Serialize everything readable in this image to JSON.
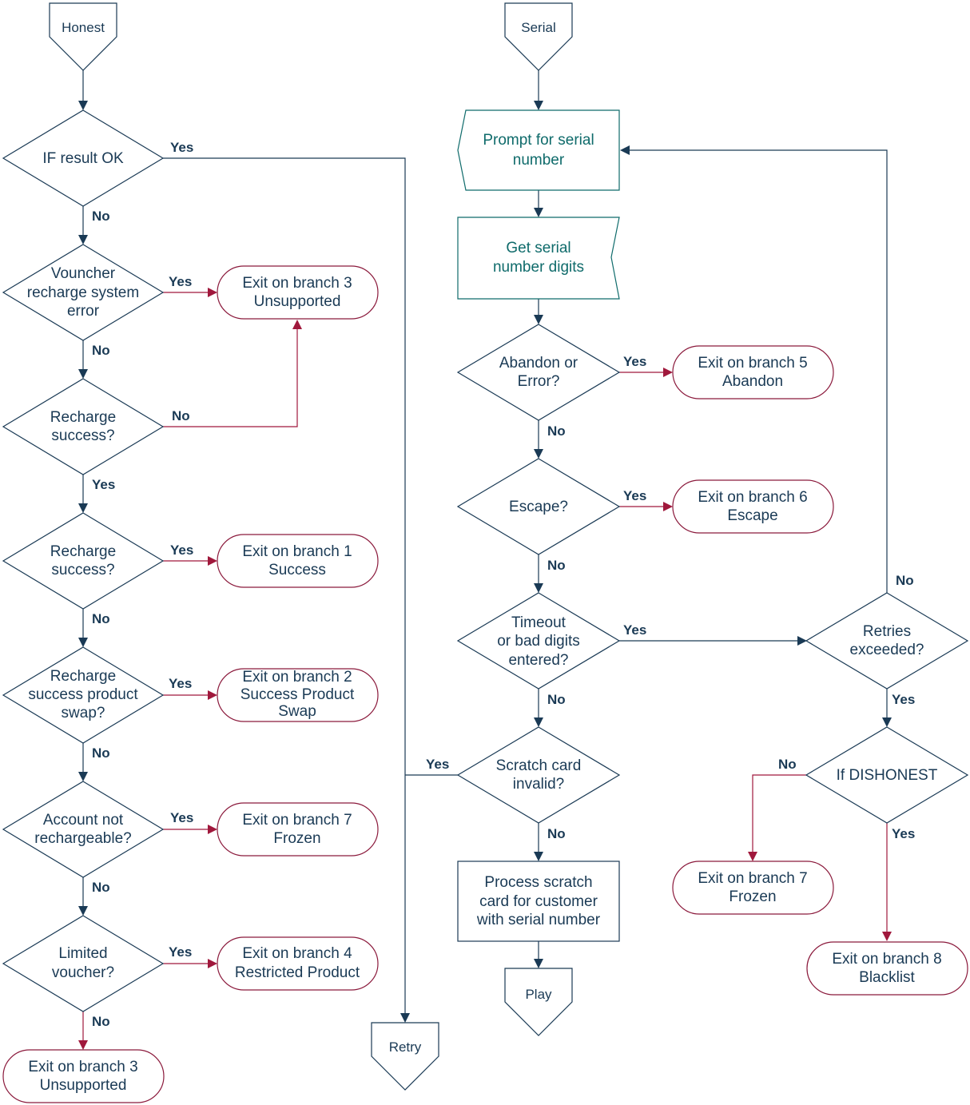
{
  "terminals": {
    "honest": "Honest",
    "serial": "Serial",
    "retry": "Retry",
    "play": "Play"
  },
  "decisions": {
    "result_ok": [
      "IF result OK"
    ],
    "voucher_error": [
      "Vouncher",
      "recharge system",
      "error"
    ],
    "recharge_success_1": [
      "Recharge",
      "success?"
    ],
    "recharge_success_2": [
      "Recharge",
      "success?"
    ],
    "product_swap": [
      "Recharge",
      "success product",
      "swap?"
    ],
    "not_rechargeable": [
      "Account not",
      "rechargeable?"
    ],
    "limited_voucher": [
      "Limited",
      "voucher?"
    ],
    "abandon": [
      "Abandon or",
      "Error?"
    ],
    "escape": [
      "Escape?"
    ],
    "timeout": [
      "Timeout",
      "or bad digits",
      "entered?"
    ],
    "scratch_invalid": [
      "Scratch card",
      "invalid?"
    ],
    "retries": [
      "Retries",
      "exceeded?"
    ],
    "dishonest": [
      "If DISHONEST"
    ]
  },
  "processes": {
    "prompt": [
      "Prompt for serial",
      "number"
    ],
    "get_digits": [
      "Get serial",
      "number digits"
    ],
    "process_card": [
      "Process scratch",
      "card for customer",
      "with serial number"
    ]
  },
  "exits": {
    "branch3_top": [
      "Exit on branch 3",
      "Unsupported"
    ],
    "branch1": [
      "Exit on branch 1",
      "Success"
    ],
    "branch2": [
      "Exit on branch 2",
      "Success Product",
      "Swap"
    ],
    "branch7_left": [
      "Exit on branch 7",
      "Frozen"
    ],
    "branch4": [
      "Exit on branch 4",
      "Restricted Product"
    ],
    "branch3_bottom": [
      "Exit on branch 3",
      "Unsupported"
    ],
    "branch5": [
      "Exit on branch 5",
      "Abandon"
    ],
    "branch6": [
      "Exit on branch 6",
      "Escape"
    ],
    "branch7_right": [
      "Exit on branch 7",
      "Frozen"
    ],
    "branch8": [
      "Exit on branch 8",
      "Blacklist"
    ]
  },
  "edge_labels": {
    "yes": "Yes",
    "no": "No"
  },
  "colors": {
    "main_line": "#1a3a55",
    "exit_line": "#a0183c",
    "process_text": "#0f6b6b"
  }
}
